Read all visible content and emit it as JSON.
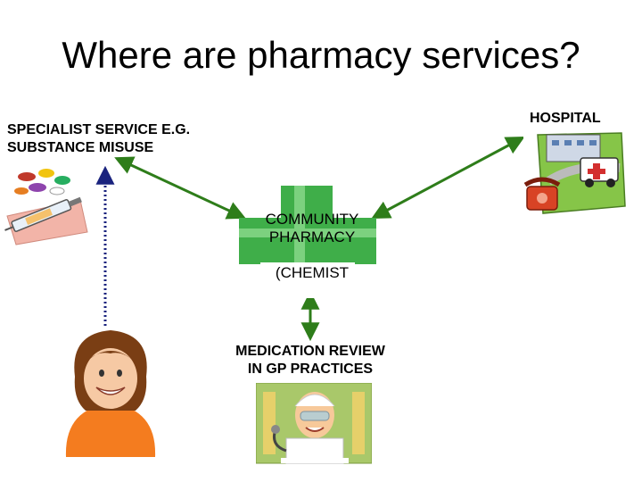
{
  "slide": {
    "title": "Where are pharmacy services?"
  },
  "nodes": {
    "specialist": {
      "line1": "SPECIALIST SERVICE E.G.",
      "line2": "SUBSTANCE MISUSE"
    },
    "hospital": {
      "label": "HOSPITAL"
    },
    "community": {
      "line1": "COMMUNITY",
      "line2": "PHARMACY",
      "line3": "(CHEMIST"
    },
    "gp": {
      "line1": "MEDICATION REVIEW",
      "line2": "IN GP PRACTICES"
    }
  },
  "colors": {
    "arrow": "#2e7d1a",
    "dotted_line": "#1a237e",
    "pharmacy_cross": "#3fae49"
  },
  "icons": [
    "pills-syringe-icon",
    "hospital-ambulance-icon",
    "pharmacy-cross-icon",
    "pharmacist-doctor-icon",
    "patient-woman-icon"
  ]
}
